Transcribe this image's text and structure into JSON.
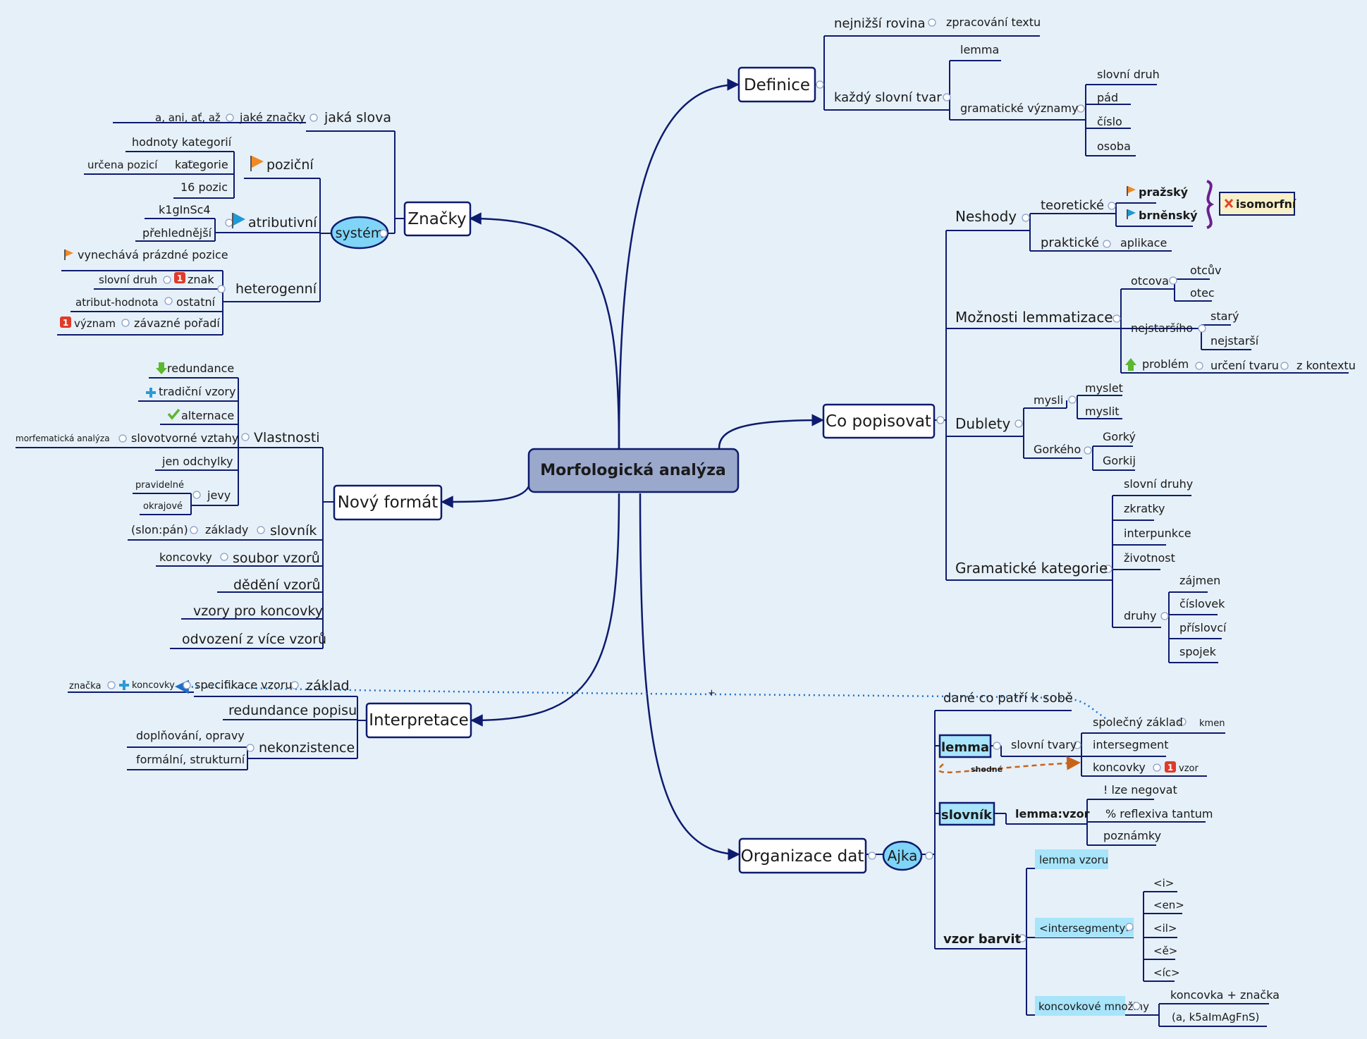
{
  "central": "Morfologická analýza",
  "definice": {
    "title": "Definice",
    "nejnizsi_rovina": "nejnižší rovina",
    "zpracovani_textu": "zpracování textu",
    "kazdy_slovni_tvar": "každý slovní tvar",
    "lemma": "lemma",
    "gramaticke_vyznamy": "gramatické významy",
    "vyznamy": [
      "slovní druh",
      "pád",
      "číslo",
      "osoba"
    ]
  },
  "co_popisovat": {
    "title": "Co popisovat",
    "neshody": "Neshody",
    "teoreticke": "teoretické",
    "prazsky": "pražský",
    "brnensky": "brněnský",
    "isomorfni": "isomorfní",
    "prakticke": "praktické",
    "aplikace": "aplikace",
    "moznosti": "Možnosti lemmatizace",
    "otcova": "otcova",
    "otcuv": "otcův",
    "otec": "otec",
    "nejstarsiho": "nejstaršího",
    "stary": "starý",
    "nejstarsi": "nejstarší",
    "problem": "problém",
    "urceni_tvaru": "určení tvaru",
    "z_kontextu": "z kontextu",
    "dublety": "Dublety",
    "mysli": "mysli",
    "myslet": "myslet",
    "myslit": "myslit",
    "gorkeho": "Gorkého",
    "gorky": "Gorký",
    "gorkij": "Gorkij",
    "gram_kategorie": "Gramatické kategorie",
    "kategorie_items": [
      "slovní druhy",
      "zkratky",
      "interpunkce",
      "životnost"
    ],
    "druhy": "druhy",
    "druhy_items": [
      "zájmen",
      "číslovek",
      "příslovcí",
      "spojek"
    ]
  },
  "organizace": {
    "title": "Organizace dat",
    "ajka": "Ajka",
    "dane": "dané co patří k sobě",
    "lemma": "lemma",
    "slovni_tvary": "slovní tvary",
    "spolecny_zaklad": "společný základ",
    "kmen": "kmen",
    "intersegment": "intersegment",
    "koncovky": "koncovky",
    "vzor": "vzor",
    "shodne": "shodné",
    "slovnik": "slovník",
    "lemma_vzor": "lemma:vzor",
    "lze_negovat": "! lze negovat",
    "reflexiva": "% reflexiva tantum",
    "poznamky": "poznámky",
    "vzor_barvit": "vzor barvit",
    "lemma_vzoru": "lemma vzoru",
    "intersegmenty": "<intersegmenty>",
    "inter_items": [
      "<i>",
      "<en>",
      "<il>",
      "<ě>",
      "<íc>"
    ],
    "koncovkove": "koncovkové množiny",
    "koncovka_znacka": "koncovka + značka",
    "k5": "(a, k5aImAgFnS)"
  },
  "znacky": {
    "title": "Značky",
    "system": "systém",
    "jaka_slova": "jaká slova",
    "jake_znacky": "jaké značky",
    "a_ani": "a, ani, ať, až",
    "pozicni": "poziční",
    "hodnoty": "hodnoty kategorií",
    "kategorie": "kategorie",
    "urcena": "určena pozicí",
    "pozic16": "16 pozic",
    "atributivni": "atributivní",
    "k1g": "k1gInSc4",
    "prehlednejsi": "přehlednější",
    "vynechava": "vynechává prázdné pozice",
    "heterogenni": "heterogenní",
    "slovni_druh": "slovní druh",
    "znak": "znak",
    "atribut": "atribut-hodnota",
    "ostatni": "ostatní",
    "vyznam": "význam",
    "zavazne": "závazné pořadí"
  },
  "novy": {
    "title": "Nový formát",
    "vlastnosti": "Vlastnosti",
    "redundance": "redundance",
    "tradicni": "tradiční vzory",
    "alternace": "alternace",
    "slovotvorne": "slovotvorné vztahy",
    "morfematicka": "morfematická analýza",
    "jen_odchylky": "jen odchylky",
    "jevy": "jevy",
    "pravidelne": "pravidelné",
    "okrajove": "okrajové",
    "slovnik": "slovník",
    "zaklady": "základy",
    "slon": "(slon:pán)",
    "soubor": "soubor vzorů",
    "koncovky": "koncovky",
    "dedeni": "dědění vzorů",
    "vzory_pro": "vzory pro koncovky",
    "odvozeni": "odvození z více vzorů"
  },
  "interpretace": {
    "title": "Interpretace",
    "zaklad": "základ",
    "specifikace": "specifikace vzoru",
    "koncovky": "koncovky",
    "znacka": "značka",
    "redundance": "redundance popisu",
    "nekonzistence": "nekonzistence",
    "doplnovani": "doplňování, opravy",
    "formalni": "formální, strukturní"
  },
  "relationship_label": "+",
  "colors": {
    "background": "#e6f0f8",
    "line": "#0d1b6e",
    "central_fill": "#9aa8cc",
    "ellipse_fill": "#7fd4f8",
    "highlight_fill": "#a8e4fa",
    "callout_fill": "#f7f0c8",
    "dotted_relationship": "#1f6fc4",
    "dashed_relationship": "#c8641a"
  }
}
